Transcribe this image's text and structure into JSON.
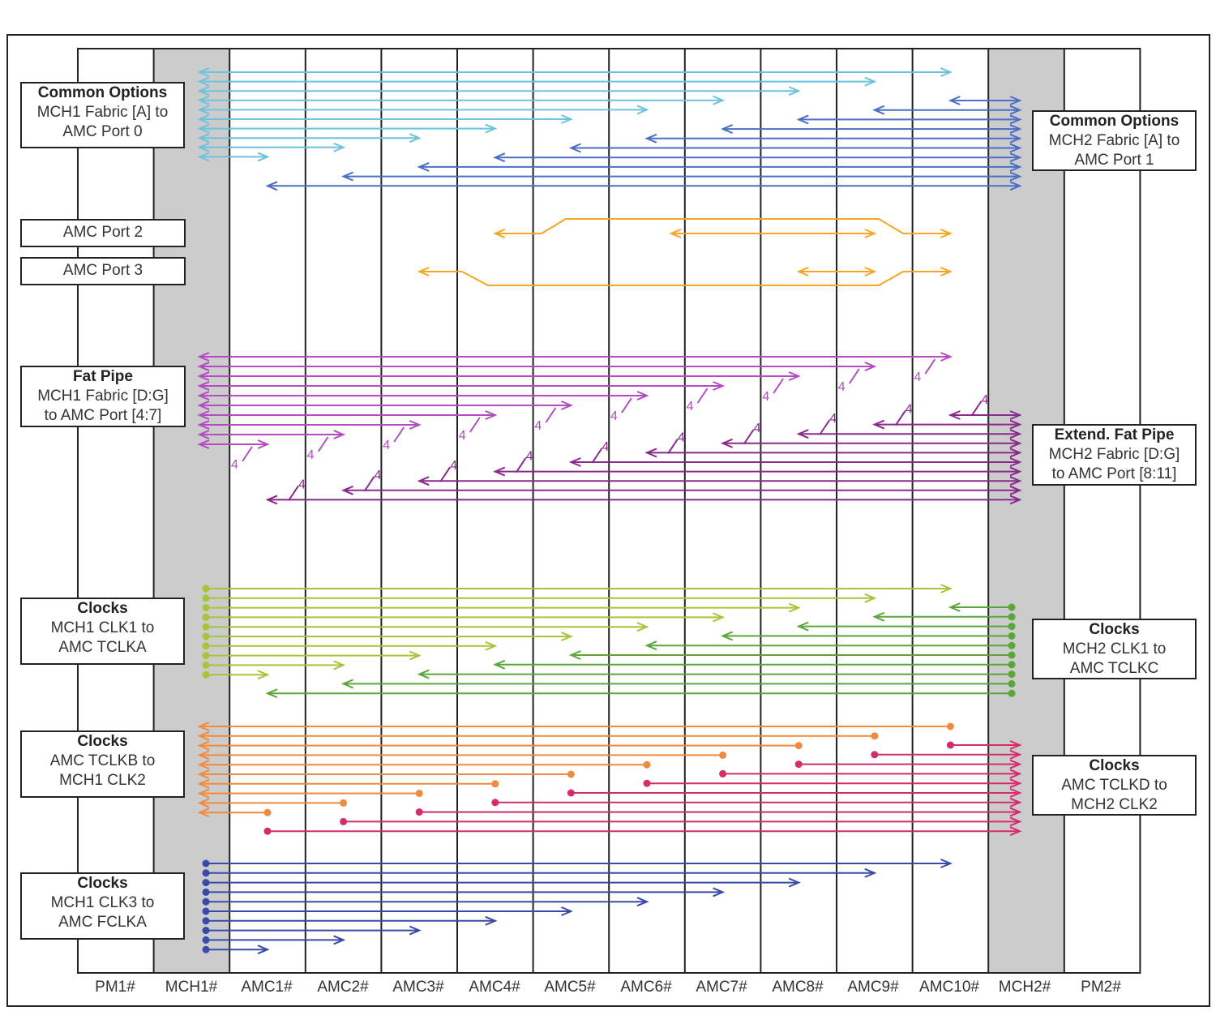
{
  "columns": [
    "PM1#",
    "MCH1#",
    "AMC1#",
    "AMC2#",
    "AMC3#",
    "AMC4#",
    "AMC5#",
    "AMC6#",
    "AMC7#",
    "AMC8#",
    "AMC9#",
    "AMC10#",
    "MCH2#",
    "PM2#"
  ],
  "bundle_width_label": "4",
  "boxes": {
    "common_left": {
      "title": "Common Options",
      "l1": "MCH1 Fabric [A] to",
      "l2": "AMC Port 0"
    },
    "common_right": {
      "title": "Common Options",
      "l1": "MCH2 Fabric [A] to",
      "l2": "AMC Port 1"
    },
    "port2": {
      "title": "AMC Port 2"
    },
    "port3": {
      "title": "AMC Port 3"
    },
    "fat_left": {
      "title": "Fat Pipe",
      "l1": "MCH1 Fabric [D:G]",
      "l2": "to AMC Port [4:7]"
    },
    "fat_right": {
      "title": "Extend. Fat Pipe",
      "l1": "MCH2 Fabric [D:G]",
      "l2": "to AMC Port [8:11]"
    },
    "clk1_left": {
      "title": "Clocks",
      "l1": "MCH1 CLK1 to",
      "l2": "AMC TCLKA"
    },
    "clk1_right": {
      "title": "Clocks",
      "l1": "MCH2 CLK1 to",
      "l2": "AMC TCLKC"
    },
    "clk2_left": {
      "title": "Clocks",
      "l1": "AMC TCLKB to",
      "l2": "MCH1 CLK2"
    },
    "clk2_right": {
      "title": "Clocks",
      "l1": "AMC TCLKD to",
      "l2": "MCH2 CLK2"
    },
    "clk3_left": {
      "title": "Clocks",
      "l1": "MCH1 CLK3 to",
      "l2": "AMC FCLKA"
    }
  },
  "colors": {
    "fabric_a_mch1": "#6ec3dc",
    "fabric_a_mch2": "#4a6fc4",
    "port2_3": "#f5a623",
    "fat_mch1": "#b24cc0",
    "fat_mch2": "#8a2a8c",
    "clk1_mch1": "#a8c43a",
    "clk1_mch2": "#5aa63a",
    "clk2_mch1": "#f08a3c",
    "clk2_mch2": "#d42d6a",
    "clk3_mch1": "#3a4aa8",
    "mch_column": "#cccccc",
    "grid": "#222222"
  }
}
